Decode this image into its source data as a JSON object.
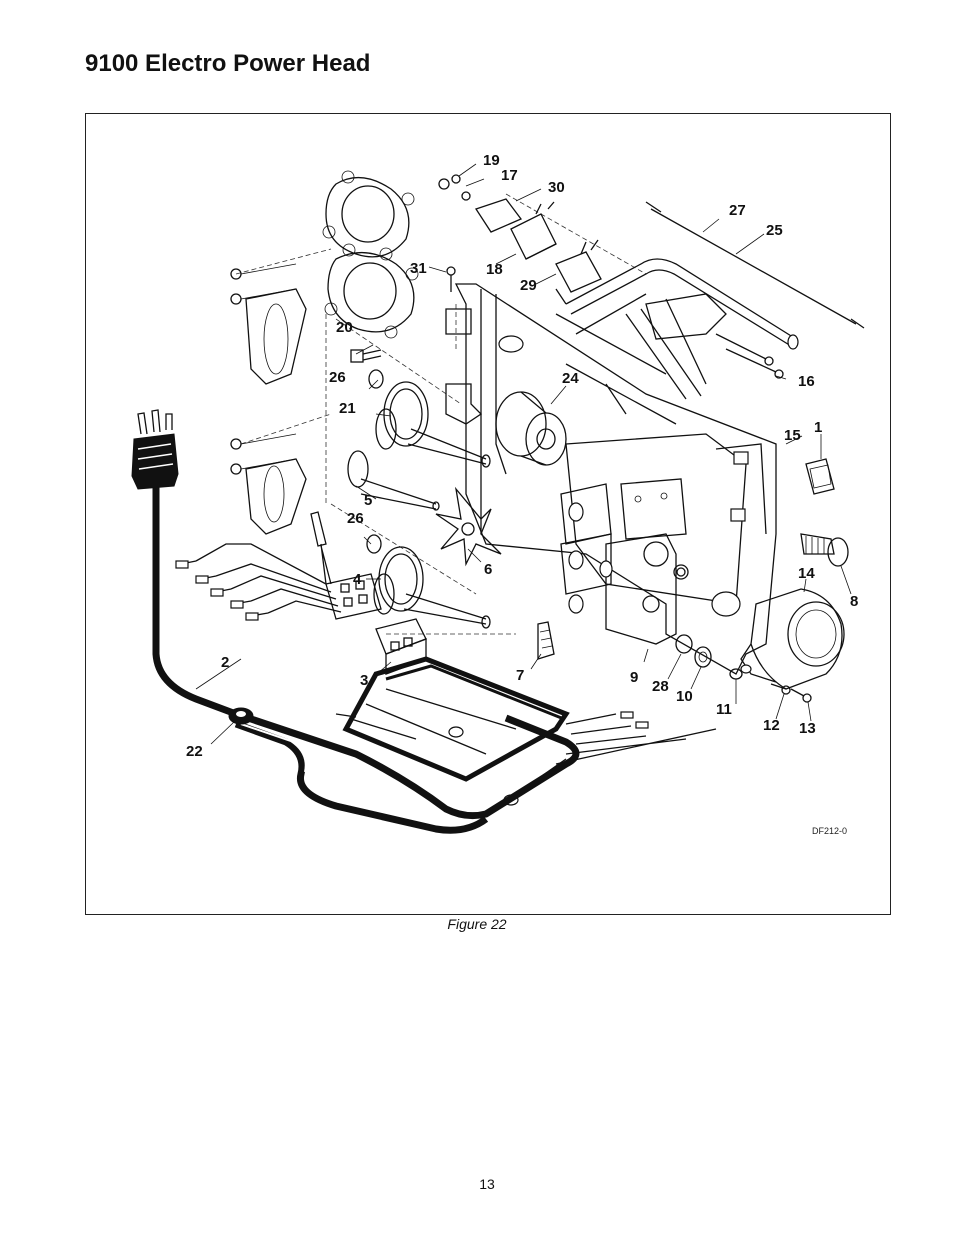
{
  "page": {
    "title": "9100 Electro Power Head",
    "caption": "Figure 22",
    "page_number": "13"
  },
  "diagram": {
    "drawing_code": "DF212-0",
    "callouts": [
      "19",
      "17",
      "30",
      "27",
      "25",
      "31",
      "18",
      "29",
      "20",
      "26",
      "16",
      "24",
      "21",
      "15",
      "1",
      "5",
      "26",
      "6",
      "14",
      "8",
      "4",
      "2",
      "3",
      "7",
      "9",
      "28",
      "10",
      "11",
      "12",
      "13",
      "22"
    ]
  }
}
